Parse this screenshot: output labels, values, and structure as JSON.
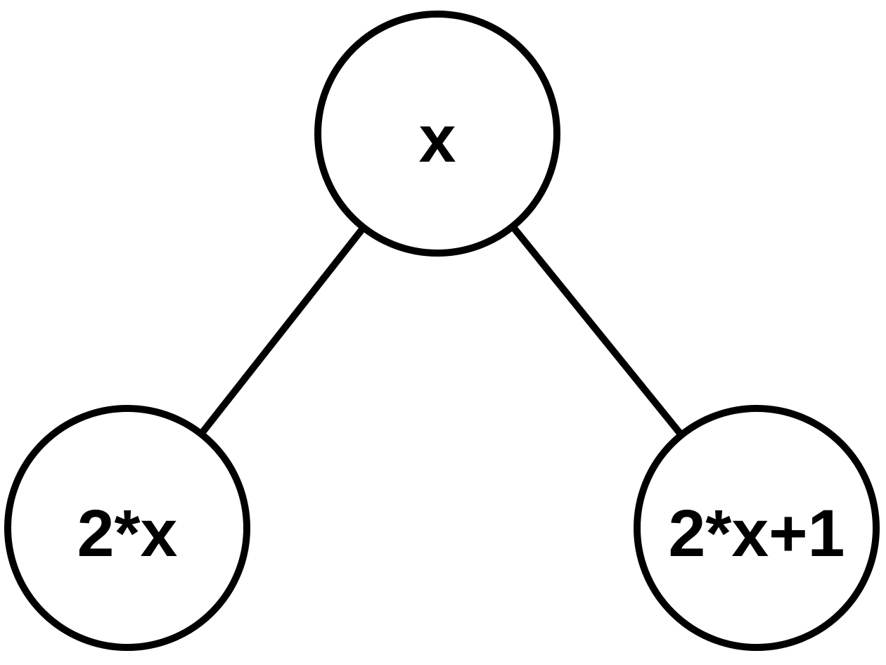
{
  "diagram": {
    "type": "binary-tree",
    "background_color": "#ffffff",
    "stroke_color": "#000000",
    "node_fill_color": "#ffffff",
    "text_color": "#000000",
    "nodes": [
      {
        "id": "root",
        "label": "x"
      },
      {
        "id": "left-child",
        "label": "2*x"
      },
      {
        "id": "right-child",
        "label": "2*x+1"
      }
    ],
    "edges": [
      {
        "from": "root",
        "to": "left-child"
      },
      {
        "from": "root",
        "to": "right-child"
      }
    ]
  }
}
